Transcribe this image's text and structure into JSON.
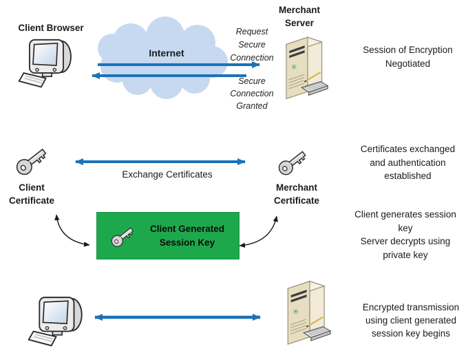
{
  "colors": {
    "arrow_blue": "#1B72B8",
    "cloud_blue": "#C7D9F0",
    "session_key_green": "#1DA94B"
  },
  "negotiation": {
    "client_label": "Client Browser",
    "internet_label": "Internet",
    "server_label": [
      "Merchant",
      "Server"
    ],
    "request_note": [
      "Request",
      "Secure",
      "Connection"
    ],
    "granted_note": [
      "Secure",
      "Connection",
      "Granted"
    ],
    "summary": [
      "Session of Encryption",
      "Negotiated"
    ]
  },
  "certificates": {
    "client_label": [
      "Client",
      "Certificate"
    ],
    "exchange_label": "Exchange Certificates",
    "merchant_label": [
      "Merchant",
      "Certificate"
    ],
    "summary": [
      "Certificates exchanged",
      "and authentication",
      "established"
    ]
  },
  "session_key": {
    "box_label": [
      "Client Generated",
      "Session Key"
    ],
    "summary": [
      "Client generates session",
      "key",
      "Server decrypts using",
      "private key"
    ]
  },
  "transmission": {
    "summary": [
      "Encrypted transmission",
      "using client generated",
      "session key begins"
    ]
  }
}
